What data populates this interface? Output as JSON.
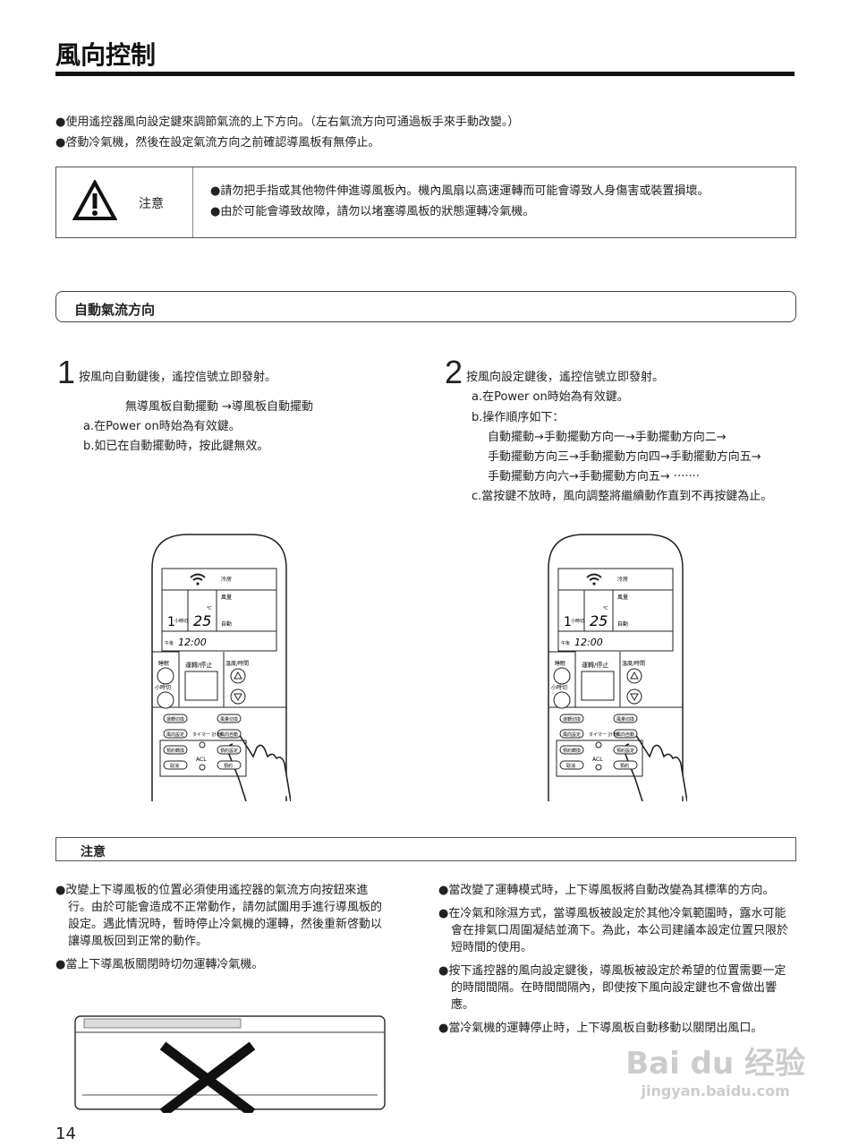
{
  "title": "風向控制",
  "intro": [
    "●使用遙控器風向設定鍵來調節氣流的上下方向。（左右氣流方向可通過板手來手動改變。）",
    "●啓動冷氣機，然後在設定氣流方向之前確認導風板有無停止。"
  ],
  "caution": {
    "label": "注意",
    "lines": [
      "●請勿把手指或其他物件伸進導風板內。機內風扇以高速運轉而可能會導致人身傷害或裝置損壞。",
      "●由於可能會導致故障，請勿以堵塞導風板的狀態運轉冷氣機。"
    ]
  },
  "section_title": "自動氣流方向",
  "step1": {
    "num": "1",
    "text": "按風向自動鍵後，遙控信號立即發射。",
    "flow": "無導風板自動擺動 →導風板自動擺動",
    "a": "a.在Power on時始為有效鍵。",
    "b": "b.如已在自動擺動時，按此鍵無效。"
  },
  "step2": {
    "num": "2",
    "text": "按風向設定鍵後，遙控信號立即發射。",
    "a": "a.在Power on時始為有效鍵。",
    "b": "b.操作順序如下：",
    "seq": [
      "自動擺動→手動擺動方向一→手動擺動方向二→",
      "手動擺動方向三→手動擺動方向四→手動擺動方向五→",
      "手動擺動方向六→手動擺動方向五→ ·······"
    ],
    "c": "c.當按鍵不放時，風向調整將繼續動作直到不再按鍵為止。"
  },
  "remote": {
    "mode": "冷房",
    "fan": "風量",
    "auto": "自動",
    "hour": "1",
    "hour_label": "小時切",
    "temp": "25",
    "unit": "℃",
    "ampm": "午後",
    "time": "12:00",
    "sleep": "睡眠",
    "run_stop": "運轉/停止",
    "temp_time": "溫度/時間",
    "hour_off": "小時切",
    "mode_switch": "運轉切換",
    "fan_switch": "風量切換",
    "dir_set": "風向設定",
    "dir_auto": "風向自動",
    "timer": "タイマー 計 時",
    "res_switch": "預約轉換",
    "res_set": "預約設定",
    "cancel": "取消",
    "reserve": "預約",
    "acl": "ACL"
  },
  "notes": {
    "title": "注意",
    "left": [
      "●改變上下導風板的位置必須使用遙控器的氣流方向按鈕來進行。由於可能會造成不正常動作，請勿試圖用手進行導風板的設定。遇此情況時，暫時停止冷氣機的運轉，然後重新啓動以讓導風板回到正常的動作。",
      "●當上下導風板關閉時切勿運轉冷氣機。"
    ],
    "right": [
      "●當改變了運轉模式時，上下導風板將自動改變為其標準的方向。",
      "●在冷氣和除濕方式，當導風板被設定於其他冷氣範圍時，露水可能會在排氣口周圍凝結並滴下。為此，本公司建議本設定位置只限於短時間的使用。",
      "●按下遙控器的風向設定鍵後，導風板被設定於希望的位置需要一定的時間間隔。在時間間隔內，即使按下風向設定鍵也不會做出響應。",
      "●當冷氣機的運轉停止時，上下導風板自動移動以關閉出風口。"
    ]
  },
  "watermark": {
    "brand": "Bai du 经验",
    "url": "jingyan.baidu.com"
  },
  "page_number": "14"
}
